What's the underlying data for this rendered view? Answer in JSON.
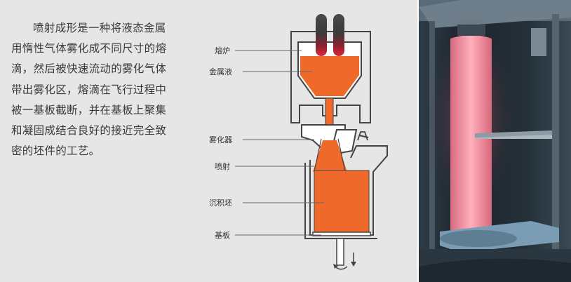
{
  "description": "喷射成形是一种将液态金属用惰性气体雾化成不同尺寸的熔滴，然后被快速流动的雾化气体带出雾化区，熔滴在飞行过程中被一基板截断，并在基板上聚集和凝固成结合良好的接近完全致密的坯件的工艺。",
  "labels": {
    "furnace": "熔炉",
    "liquid_metal": "金属液",
    "atomizer": "雾化器",
    "spray": "喷射",
    "preform": "沉积坯",
    "substrate": "基板"
  },
  "colors": {
    "panel_bg": "#e6e6e6",
    "orange": "#ef6a2a",
    "outline": "#444444"
  }
}
